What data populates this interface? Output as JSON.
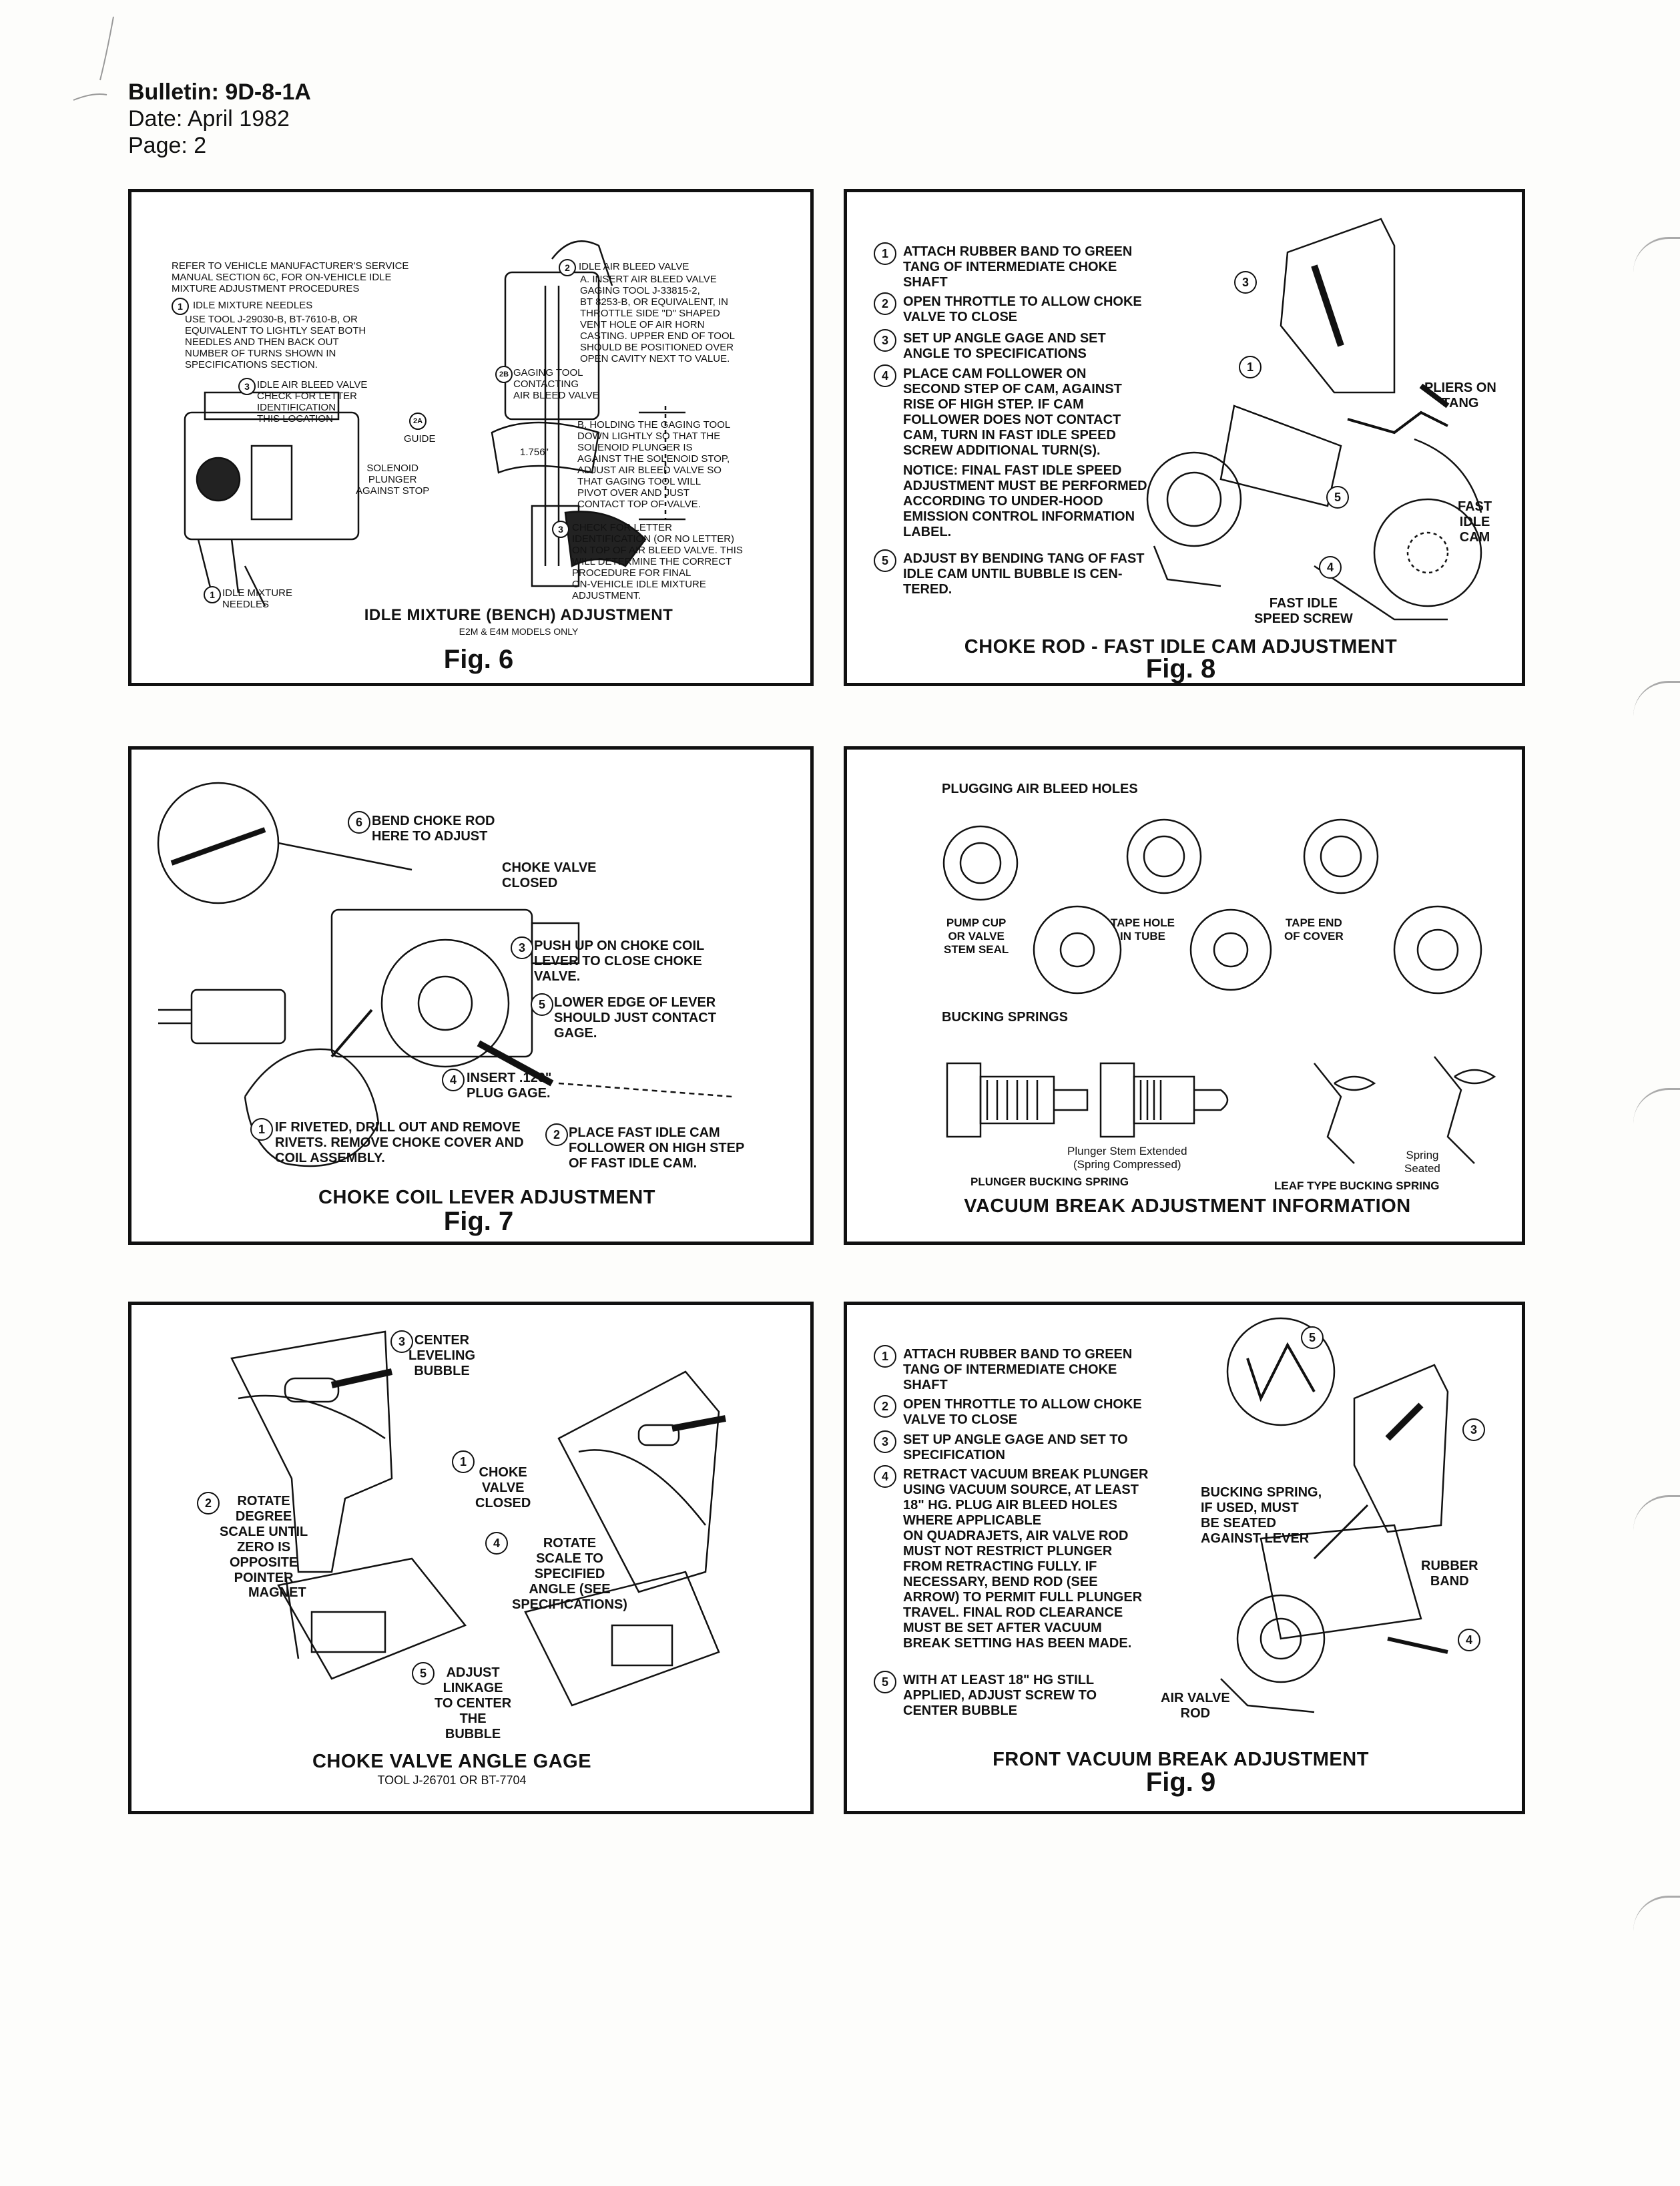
{
  "header": {
    "bulletin": "Bulletin: 9D-8-1A",
    "date": "Date: April 1982",
    "page": "Page: 2"
  },
  "fig6": {
    "intro": "REFER TO VEHICLE MANUFACTURER'S SERVICE\nMANUAL SECTION 6C, FOR ON-VEHICLE IDLE\nMIXTURE ADJUSTMENT PROCEDURES",
    "s1_head": "IDLE MIXTURE NEEDLES",
    "s1_body": "USE TOOL J-29030-B, BT-7610-B, OR\nEQUIVALENT TO LIGHTLY SEAT BOTH\nNEEDLES AND THEN BACK OUT\nNUMBER OF TURNS SHOWN IN\nSPECIFICATIONS SECTION.",
    "s3_left": "IDLE AIR BLEED VALVE\nCHECK FOR LETTER\nIDENTIFICATION\nTHIS LOCATION",
    "s2a": "2A",
    "guide": "GUIDE",
    "solenoid": "SOLENOID\nPLUNGER\nAGAINST STOP",
    "s1_bottom": "IDLE MIXTURE\nNEEDLES",
    "s2_head": "IDLE AIR BLEED VALVE",
    "s2_a": "A.  INSERT AIR BLEED VALVE\nGAGING TOOL J-33815-2,\nBT 8253-B, OR EQUIVALENT, IN\nTHROTTLE SIDE \"D\" SHAPED\nVENT HOLE OF AIR HORN\nCASTING. UPPER END OF TOOL\nSHOULD BE POSITIONED OVER\nOPEN CAVITY NEXT TO VALUE.",
    "s2b": "2B",
    "gaging": "GAGING TOOL\nCONTACTING\nAIR BLEED VALVE",
    "s2_b": "B.  HOLDING THE GAGING TOOL\nDOWN LIGHTLY SO THAT THE\nSOLENOID PLUNGER IS\nAGAINST THE SOLENOID STOP,\nADJUST AIR BLEED VALVE SO\nTHAT GAGING TOOL WILL\nPIVOT OVER AND JUST\nCONTACT TOP OF VALVE.",
    "dim": "1.756\"",
    "s3_right": "CHECK FOR LETTER\nIDENTIFICATION (OR NO LETTER)\nON TOP OF AIR BLEED VALVE. THIS\nWILL DETERMINE THE CORRECT\nPROCEDURE FOR FINAL\nON-VEHICLE IDLE MIXTURE\nADJUSTMENT.",
    "caption": "IDLE MIXTURE (BENCH) ADJUSTMENT",
    "subcaption": "E2M & E4M MODELS ONLY",
    "fig": "Fig. 6"
  },
  "fig8": {
    "step1": "ATTACH RUBBER BAND TO GREEN\nTANG OF INTERMEDIATE CHOKE\nSHAFT",
    "step2": "OPEN THROTTLE TO ALLOW CHOKE\nVALVE TO CLOSE",
    "step3": "SET UP ANGLE GAGE AND SET\nANGLE TO SPECIFICATIONS",
    "step4": "PLACE CAM FOLLOWER ON\nSECOND STEP OF CAM, AGAINST\nRISE OF HIGH STEP. IF CAM\nFOLLOWER DOES NOT CONTACT\nCAM, TURN IN FAST IDLE SPEED\nSCREW ADDITIONAL TURN(S).",
    "notice": "NOTICE: FINAL FAST IDLE SPEED\nADJUSTMENT MUST BE PERFORMED\nACCORDING TO UNDER-HOOD\nEMISSION CONTROL INFORMATION\nLABEL.",
    "step5": "ADJUST BY BENDING TANG OF FAST\nIDLE CAM UNTIL BUBBLE IS CEN-\nTERED.",
    "pliers": "PLIERS ON\nTANG",
    "cam": "FAST\nIDLE\nCAM",
    "screw": "FAST IDLE\nSPEED SCREW",
    "caption": "CHOKE ROD - FAST IDLE CAM ADJUSTMENT",
    "fig": "Fig. 8"
  },
  "fig7": {
    "s6": "BEND CHOKE ROD\nHERE TO ADJUST",
    "closed": "CHOKE VALVE\nCLOSED",
    "s3": "PUSH UP ON CHOKE COIL\nLEVER TO CLOSE CHOKE\nVALVE.",
    "s5": "LOWER EDGE OF LEVER\nSHOULD JUST CONTACT\nGAGE.",
    "s4": "INSERT .120\"\nPLUG GAGE.",
    "s1": "IF RIVETED, DRILL OUT AND REMOVE\nRIVETS. REMOVE CHOKE COVER AND\nCOIL ASSEMBLY.",
    "s2": "PLACE FAST IDLE CAM\nFOLLOWER ON HIGH STEP\nOF FAST IDLE CAM.",
    "caption": "CHOKE COIL LEVER ADJUSTMENT",
    "fig": "Fig. 7"
  },
  "vacuum": {
    "plugging": "PLUGGING AIR BLEED HOLES",
    "pump": "PUMP CUP\nOR VALVE\nSTEM SEAL",
    "tape_hole": "TAPE HOLE\nIN TUBE",
    "tape_end": "TAPE END\nOF COVER",
    "bucking": "BUCKING SPRINGS",
    "plunger_ext": "Plunger Stem Extended\n(Spring Compressed)",
    "plunger_spring": "PLUNGER BUCKING SPRING",
    "spring_seated": "Spring\nSeated",
    "leaf": "LEAF TYPE BUCKING SPRING",
    "caption": "VACUUM BREAK ADJUSTMENT INFORMATION"
  },
  "gage": {
    "s3": "CENTER\nLEVELING\nBUBBLE",
    "s2": "ROTATE\nDEGREE\nSCALE UNTIL\nZERO IS\nOPPOSITE\nPOINTER",
    "magnet": "MAGNET",
    "s1": "CHOKE\nVALVE\nCLOSED",
    "s4": "ROTATE\nSCALE TO\nSPECIFIED\nANGLE (SEE\nSPECIFICATIONS)",
    "s5": "ADJUST\nLINKAGE\nTO CENTER\nTHE\nBUBBLE",
    "caption": "CHOKE VALVE ANGLE GAGE",
    "subcaption": "TOOL J-26701 OR BT-7704"
  },
  "fig9": {
    "step1": "ATTACH RUBBER BAND TO GREEN\nTANG OF INTERMEDIATE CHOKE\nSHAFT",
    "step2": "OPEN THROTTLE TO ALLOW CHOKE\nVALVE TO CLOSE",
    "step3": "SET UP ANGLE GAGE AND SET TO\nSPECIFICATION",
    "step4": "RETRACT VACUUM BREAK PLUNGER\nUSING VACUUM SOURCE, AT LEAST\n18\" HG. PLUG AIR BLEED HOLES\nWHERE APPLICABLE",
    "quad": "ON QUADRAJETS, AIR VALVE ROD\nMUST NOT RESTRICT PLUNGER\nFROM RETRACTING FULLY. IF\nNECESSARY, BEND ROD (SEE\nARROW) TO PERMIT FULL PLUNGER\nTRAVEL. FINAL ROD CLEARANCE\nMUST BE SET AFTER VACUUM\nBREAK SETTING HAS BEEN MADE.",
    "step5": "WITH AT LEAST 18\" HG STILL\nAPPLIED, ADJUST SCREW TO\nCENTER BUBBLE",
    "bucking": "BUCKING SPRING,\nIF USED, MUST\nBE SEATED\nAGAINST LEVER",
    "rubber": "RUBBER\nBAND",
    "airvalve": "AIR VALVE\nROD",
    "caption": "FRONT VACUUM BREAK ADJUSTMENT",
    "fig": "Fig. 9"
  }
}
